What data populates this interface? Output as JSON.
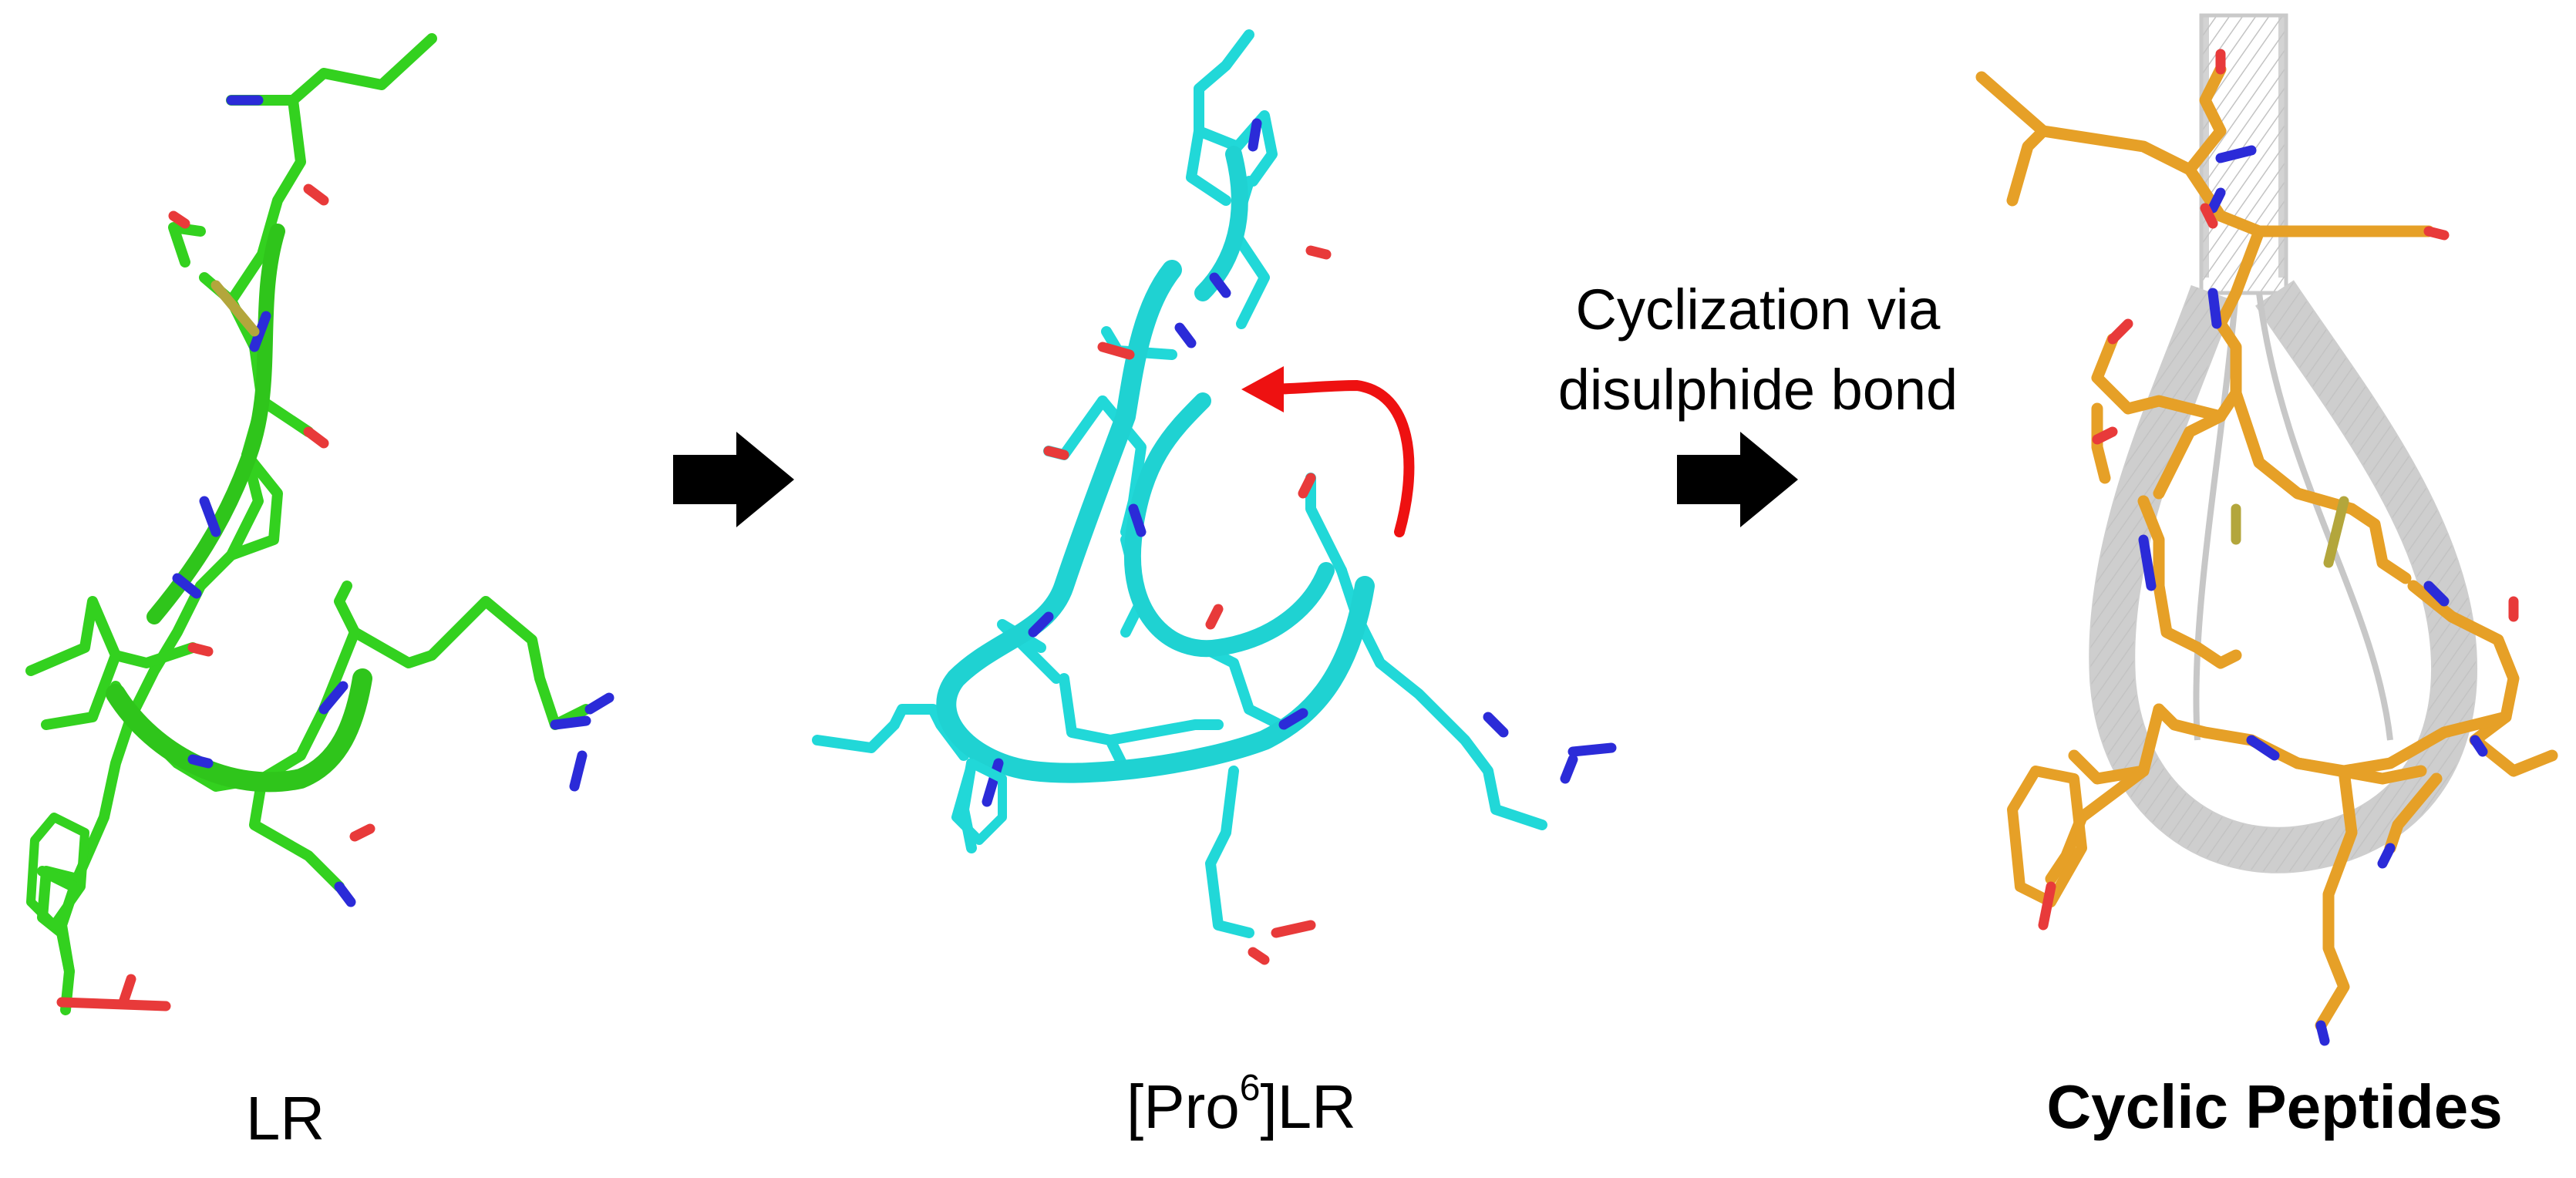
{
  "labels": {
    "lr": "LR",
    "pro6_lr_prefix": "[Pro",
    "pro6_lr_superscript": "6",
    "pro6_lr_suffix": "]LR",
    "cyclic_peptides": "Cyclic Peptides",
    "step_line1": "Cyclization via",
    "step_line2": "disulphide bond"
  },
  "colors": {
    "lr_structure": "#33d11f",
    "pro6_structure": "#21d8d8",
    "cyclic_structure": "#e6a027",
    "nitrogen": "#2b2bd8",
    "oxygen": "#e83a3a",
    "sulfur": "#b3a63c",
    "arrow_black": "#000000",
    "curved_arrow_red": "#ee1111",
    "noose_rope": "#b8b8b8"
  },
  "icons": {
    "step_arrow": "right-arrow-icon",
    "cyclization_arrow": "curved-arrow-icon",
    "noose": "noose-rope-icon"
  }
}
